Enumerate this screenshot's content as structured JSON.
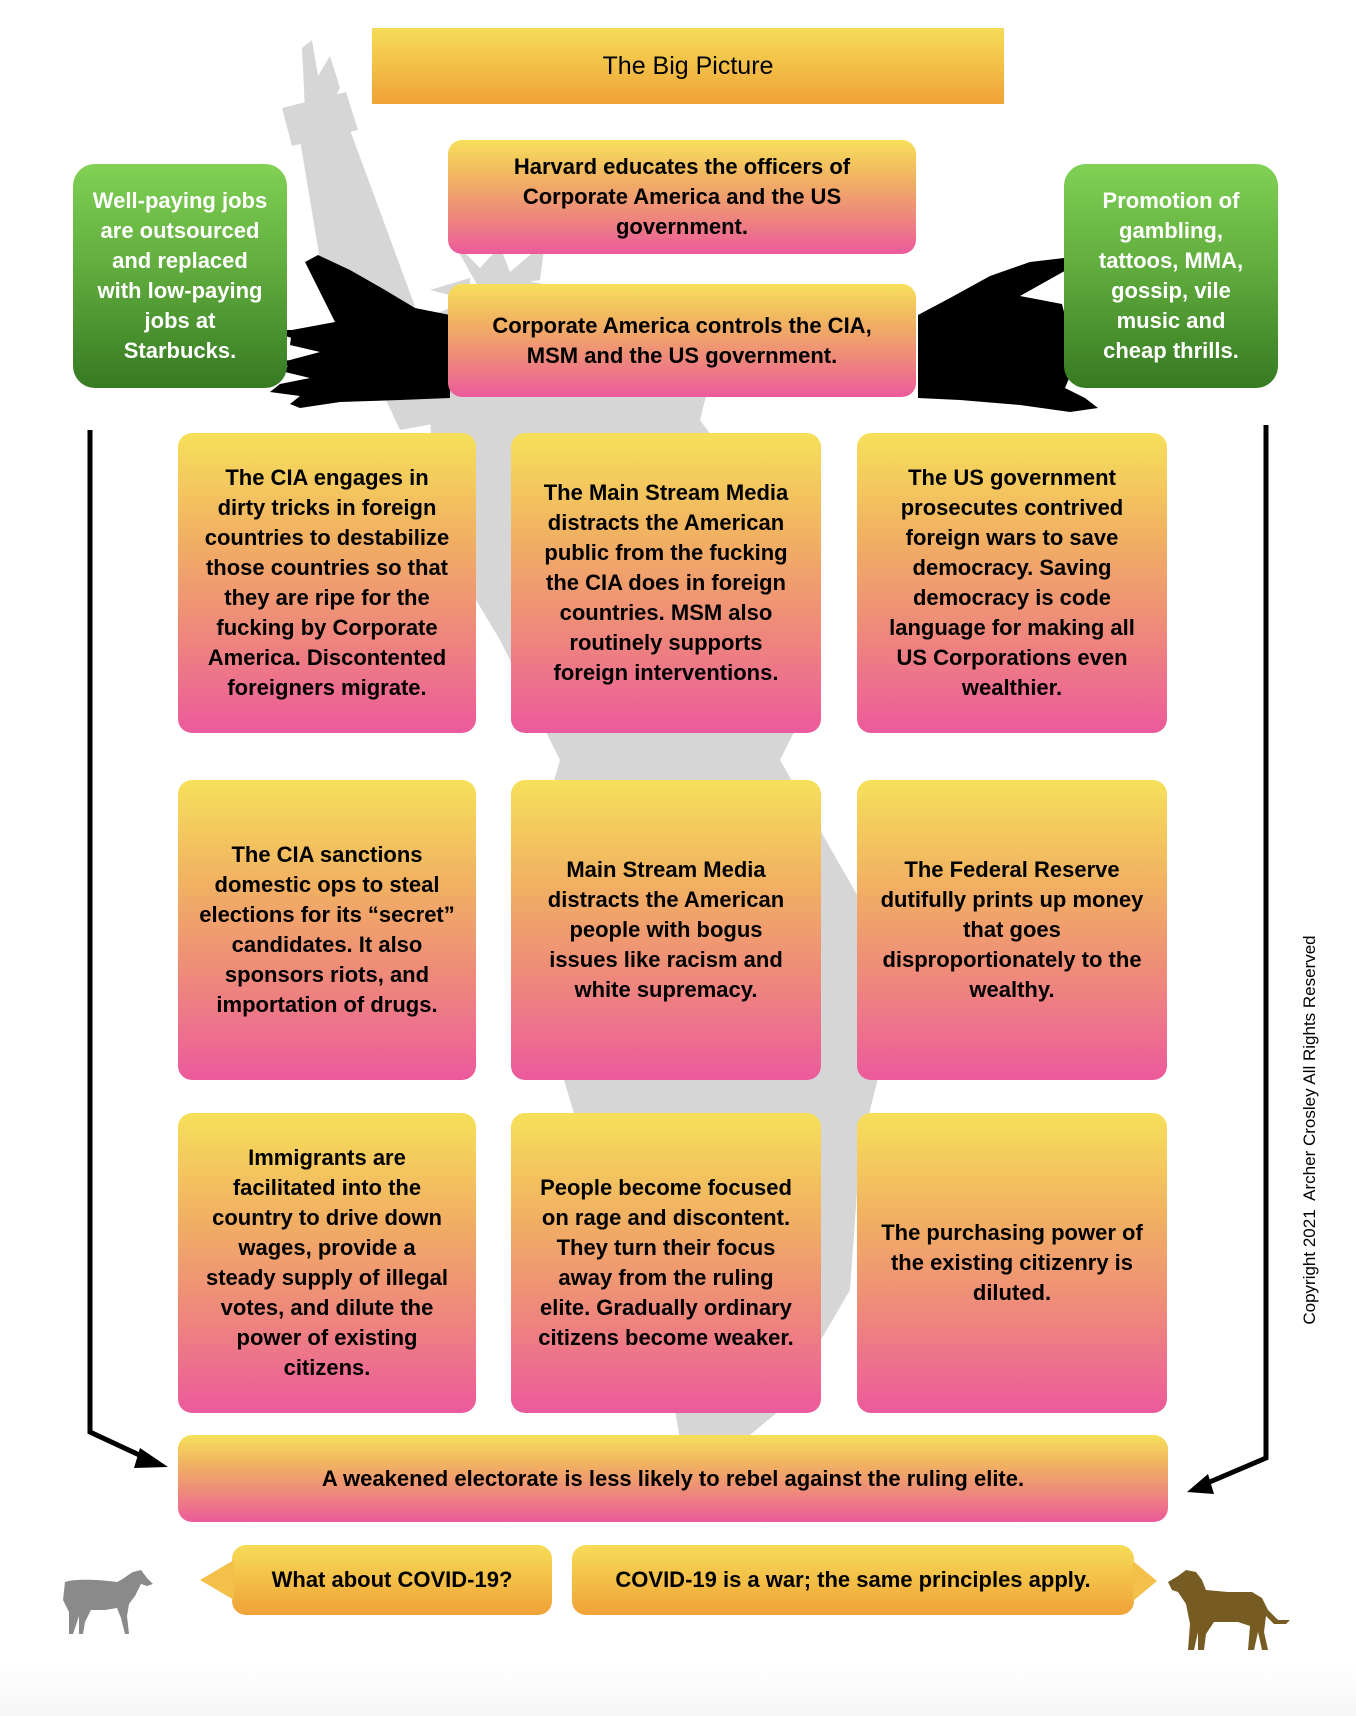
{
  "title": "The Big Picture",
  "top": {
    "harvard": "Harvard educates the officers of\nCorporate America and the US\ngovernment.",
    "corporate": "Corporate America controls the CIA,\nMSM and the US government."
  },
  "side": {
    "left": "Well-paying jobs\nare outsourced\nand replaced\nwith low-paying\njobs at\nStarbucks.",
    "right": "Promotion of\ngambling,\ntattoos, MMA,\ngossip, vile\nmusic and\ncheap thrills."
  },
  "grid": [
    [
      "The CIA engages in\ndirty tricks in foreign\ncountries to destabilize\nthose countries so that\nthey are ripe for the\nfucking by Corporate\nAmerica.  Discontented\nforeigners migrate.",
      "The Main Stream Media\ndistracts the American\npublic from the fucking\nthe CIA does in foreign\ncountries.  MSM also\nroutinely supports\nforeign interventions.",
      "The US government\nprosecutes contrived\nforeign wars to save\ndemocracy.  Saving\ndemocracy is code\nlanguage for making all\nUS Corporations even\nwealthier."
    ],
    [
      "The CIA sanctions\ndomestic ops to steal\nelections for its “secret”\ncandidates.  It also\nsponsors riots, and\nimportation of drugs.",
      "Main Stream Media\ndistracts the American\npeople with bogus\nissues like racism and\nwhite supremacy.",
      "The Federal Reserve\ndutifully prints up money\nthat goes\ndisproportionately to the\nwealthy."
    ],
    [
      "Immigrants are\nfacilitated into the\ncountry to drive down\nwages, provide a\nsteady supply of illegal\nvotes, and dilute the\npower of existing\ncitizens.",
      "People become focused\non rage and discontent.\nThey turn their focus\naway from the ruling\nelite.  Gradually ordinary\ncitizens become weaker.",
      "The purchasing power of\nthe existing citizenry is\ndiluted."
    ]
  ],
  "conclusion": "A weakened electorate is less likely to rebel against the ruling elite.",
  "dialogue": {
    "sheep": "What about COVID-19?",
    "dog": "COVID-19 is a war; the same principles apply."
  },
  "copyright": "Copyright 2021  Archer Crosley All Rights Reserved",
  "icons": {
    "statue": "statue-of-liberty-silhouette",
    "hands": "reaching-hand-silhouette",
    "sheep": "sheep-silhouette",
    "dog": "dog-silhouette"
  },
  "colors": {
    "box_top": "#f6e05a",
    "box_bottom": "#ec5a9c",
    "green_top": "#80d155",
    "green_bottom": "#367a22",
    "title_top": "#f5dc58",
    "title_bottom": "#f0a236",
    "statue": "#d6d6d6",
    "sheep": "#8a8a8a",
    "dog": "#765c22"
  }
}
